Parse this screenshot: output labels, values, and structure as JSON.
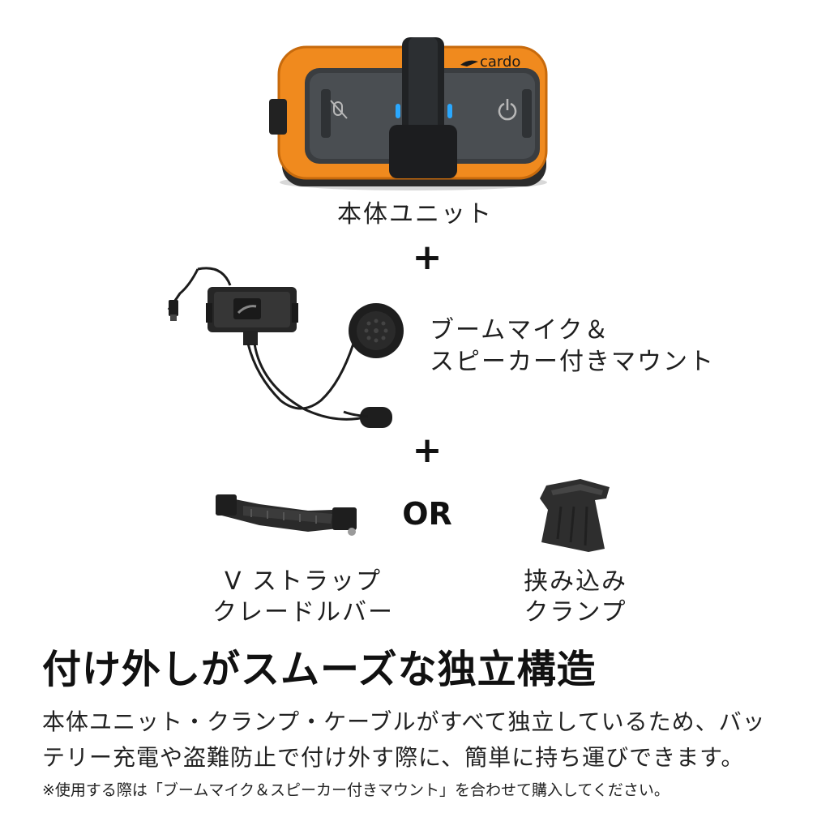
{
  "main_unit": {
    "brand": "cardo",
    "label": "本体ユニット",
    "accent_color": "#f08a1e",
    "led_color": "#2aa8ff"
  },
  "plus_1": "+",
  "boom_mount": {
    "label_line1": "ブームマイク＆",
    "label_line2": "スピーカー付きマウント"
  },
  "plus_2": "+",
  "options": {
    "or_label": "OR",
    "vstrap": {
      "label_line1": "V ストラップ",
      "label_line2": "クレードルバー"
    },
    "clamp": {
      "label_line1": "挟み込み",
      "label_line2": "クランプ"
    }
  },
  "headline": "付け外しがスムーズな独立構造",
  "description_line1": "本体ユニット・クランプ・ケーブルがすべて独立しているため、バッ",
  "description_line2": "テリー充電や盗難防止で付け外す際に、簡単に持ち運びできます。",
  "note": "※使用する際は「ブームマイク＆スピーカー付きマウント」を合わせて購入してください。"
}
